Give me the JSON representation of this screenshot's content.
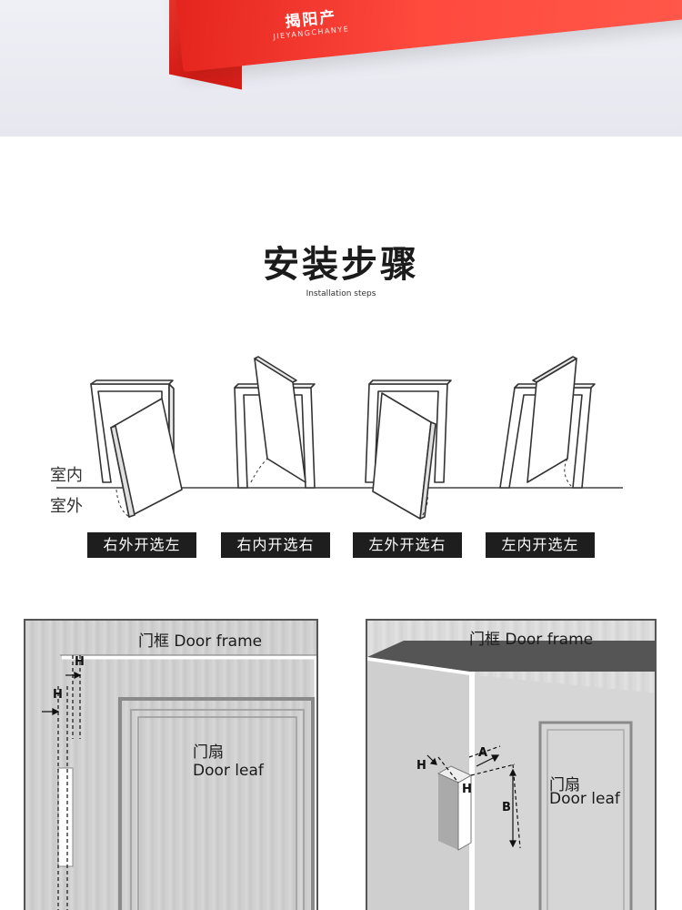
{
  "banner": {
    "brand": "揭阳产",
    "pinyin": "JIEYANGCHANYE"
  },
  "heading": {
    "title": "安装步骤",
    "subtitle": "Installation steps"
  },
  "diagram": {
    "indoor_label": "室内",
    "outdoor_label": "室外",
    "tags": [
      "右外开选左",
      "右内开选右",
      "左外开选右",
      "左内开选左"
    ]
  },
  "panel_left": {
    "frame_label": "门框 Door frame",
    "leaf_label_cn": "门扇",
    "leaf_label_en": "Door leaf",
    "dim_h": "H"
  },
  "panel_right": {
    "frame_label": "门框 Door frame",
    "leaf_label_cn": "门扇",
    "leaf_label_en": "Door leaf",
    "dim_h": "H",
    "dim_a": "A",
    "dim_b": "B"
  }
}
